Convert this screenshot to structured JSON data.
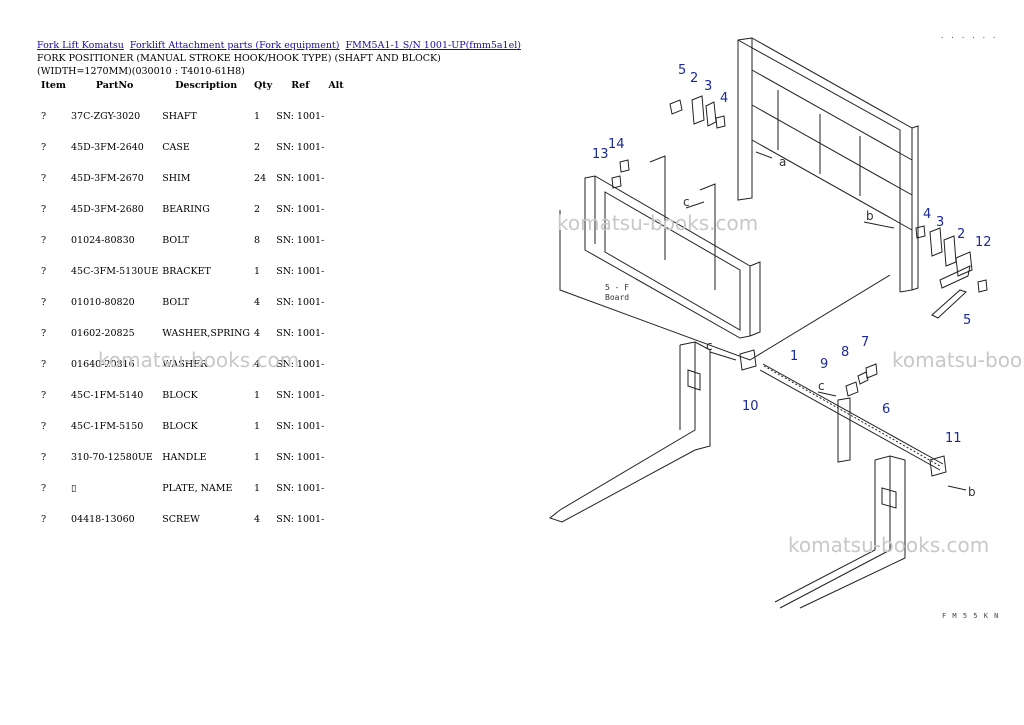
{
  "breadcrumbs": [
    "Fork Lift Komatsu",
    "Forklift Attachment parts (Fork equipment)",
    "FMM5A1-1 S/N 1001-UP(fmm5a1el)"
  ],
  "title_line1": "FORK POSITIONER (MANUAL STROKE HOOK/HOOK TYPE) (SHAFT AND BLOCK)",
  "title_line2": "(WIDTH=1270MM)(030010 : T4010-61H8)",
  "table": {
    "headers": {
      "item": "Item",
      "partno": "PartNo",
      "description": "Description",
      "qty": "Qty",
      "ref": "Ref",
      "alt": "Alt"
    },
    "rows": [
      {
        "item": "?",
        "partno": "37C-ZGY-3020",
        "description": "SHAFT",
        "qty": "1",
        "ref": "SN: 1001-"
      },
      {
        "item": "?",
        "partno": "45D-3FM-2640",
        "description": "CASE",
        "qty": "2",
        "ref": "SN: 1001-"
      },
      {
        "item": "?",
        "partno": "45D-3FM-2670",
        "description": "SHIM",
        "qty": "24",
        "ref": "SN: 1001-"
      },
      {
        "item": "?",
        "partno": "45D-3FM-2680",
        "description": "BEARING",
        "qty": "2",
        "ref": "SN: 1001-"
      },
      {
        "item": "?",
        "partno": "01024-80830",
        "description": "BOLT",
        "qty": "8",
        "ref": "SN: 1001-"
      },
      {
        "item": "?",
        "partno": "45C-3FM-5130UE",
        "description": "BRACKET",
        "qty": "1",
        "ref": "SN: 1001-"
      },
      {
        "item": "?",
        "partno": "01010-80820",
        "description": "BOLT",
        "qty": "4",
        "ref": "SN: 1001-"
      },
      {
        "item": "?",
        "partno": "01602-20825",
        "description": "WASHER,SPRING",
        "qty": "4",
        "ref": "SN: 1001-"
      },
      {
        "item": "?",
        "partno": "01640-20816",
        "description": "WASHER",
        "qty": "4",
        "ref": "SN: 1001-"
      },
      {
        "item": "?",
        "partno": "45C-1FM-5140",
        "description": "BLOCK",
        "qty": "1",
        "ref": "SN: 1001-"
      },
      {
        "item": "?",
        "partno": "45C-1FM-5150",
        "description": "BLOCK",
        "qty": "1",
        "ref": "SN: 1001-"
      },
      {
        "item": "?",
        "partno": "310-70-12580UE",
        "description": "HANDLE",
        "qty": "1",
        "ref": "SN: 1001-"
      },
      {
        "item": "?",
        "partno": "▯",
        "description": "PLATE, NAME",
        "qty": "1",
        "ref": "SN: 1001-"
      },
      {
        "item": "?",
        "partno": "04418-13060",
        "description": "SCREW",
        "qty": "4",
        "ref": "SN: 1001-"
      }
    ]
  },
  "watermarks": [
    "komatsu-books.com",
    "komatsu-books.com",
    "komatsu-books.com",
    "komatsu-books.com"
  ],
  "diagram_labels": {
    "n1": "1",
    "n2": "2",
    "n3": "3",
    "n4": "4",
    "n5": "5",
    "n6": "6",
    "n7": "7",
    "n8": "8",
    "n9": "9",
    "n10": "10",
    "n11": "11",
    "n12": "12",
    "n13": "13",
    "n14": "14",
    "a": "a",
    "b": "b",
    "c": "c",
    "note1": "5 - F",
    "note2": "Board"
  },
  "corner_code": "· · · · · ·",
  "bottom_code": "F M 5 5 K N"
}
